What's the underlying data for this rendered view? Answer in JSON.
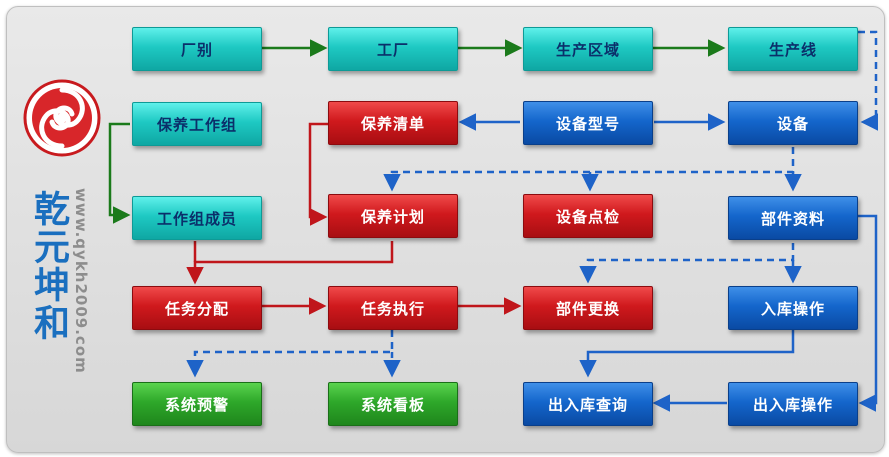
{
  "brand": {
    "name": "乾元坤和",
    "url": "www.qykh2009.com"
  },
  "nodes": {
    "factory_category": "厂别",
    "factory": "工厂",
    "production_area": "生产区域",
    "production_line": "生产线",
    "maintenance_group": "保养工作组",
    "maintenance_list": "保养清单",
    "equipment_model": "设备型号",
    "equipment": "设备",
    "group_member": "工作组成员",
    "maintenance_plan": "保养计划",
    "equipment_inspection": "设备点检",
    "parts_info": "部件资料",
    "task_assignment": "任务分配",
    "task_execution": "任务执行",
    "parts_replacement": "部件更换",
    "stock_in": "入库操作",
    "system_alert": "系统预警",
    "system_board": "系统看板",
    "stock_query": "出入库查询",
    "stock_in_out": "出入库操作"
  },
  "colors": {
    "teal": "#1ec9c3",
    "blue": "#1466cc",
    "red": "#d0191d",
    "green": "#2ea82a",
    "arrow_green": "#1b7a1b",
    "arrow_blue": "#1e63c8",
    "arrow_red": "#c0161b",
    "brand_blue": "#1a6fbf"
  }
}
